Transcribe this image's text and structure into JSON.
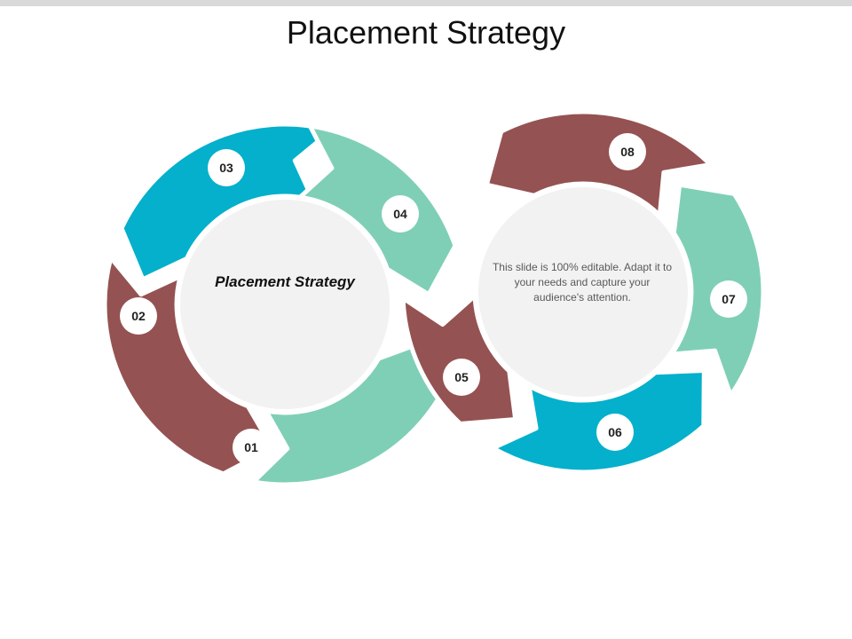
{
  "slide": {
    "title": "Placement Strategy"
  },
  "left_cycle": {
    "center_title": "Placement Strategy"
  },
  "right_cycle": {
    "center_lines": [
      "This slide is 100% editable. Adapt it to",
      "your needs and capture your",
      "audience's attention."
    ]
  },
  "steps": [
    {
      "number": "01",
      "color": "#7fcfb6"
    },
    {
      "number": "02",
      "color": "#955252"
    },
    {
      "number": "03",
      "color": "#04b0cb"
    },
    {
      "number": "04",
      "color": "#7fcfb6"
    },
    {
      "number": "05",
      "color": "#955252"
    },
    {
      "number": "06",
      "color": "#04b0cb"
    },
    {
      "number": "07",
      "color": "#7fcfb6"
    },
    {
      "number": "08",
      "color": "#955252"
    }
  ],
  "colors": {
    "center_fill": "#f2f2f2",
    "badge_fill": "#ffffff"
  }
}
